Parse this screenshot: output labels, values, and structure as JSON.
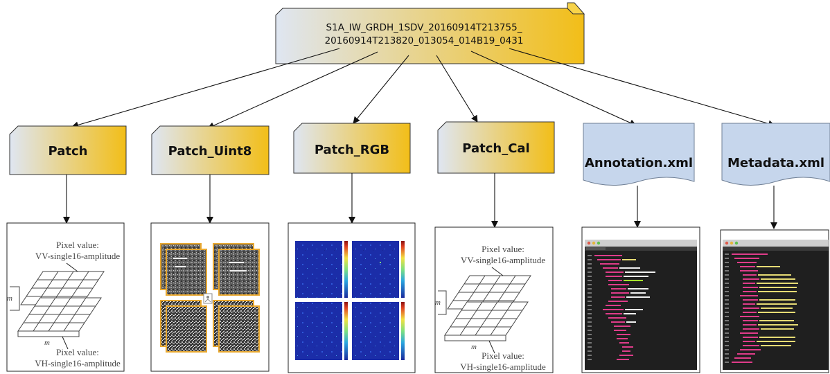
{
  "root": {
    "line1": "S1A_IW_GRDH_1SDV_20160914T213755_",
    "line2": "20160914T213820_013054_014B19_0431"
  },
  "folders": [
    {
      "id": "patch",
      "label": "Patch"
    },
    {
      "id": "patch-uint8",
      "label": "Patch_Uint8"
    },
    {
      "id": "patch-rgb",
      "label": "Patch_RGB"
    },
    {
      "id": "patch-cal",
      "label": "Patch_Cal"
    }
  ],
  "documents": [
    {
      "id": "annotation",
      "label": "Annotation.xml"
    },
    {
      "id": "metadata",
      "label": "Metadata.xml"
    }
  ],
  "patch_illustration": {
    "vv_line1": "Pixel value:",
    "vv_line2": "VV-single16-amplitude",
    "vh_line1": "Pixel value:",
    "vh_line2": "VH-single16-amplitude",
    "m_label": "m"
  },
  "patch_cal_illustration": {
    "vv_line1": "Pixel value:",
    "vv_line2": "VV-single16-amplitude",
    "vh_line1": "Pixel value:",
    "vh_line2": "VH-single16-amplitude",
    "m_label": "m"
  },
  "colors": {
    "gradient_start": "#dfe6f2",
    "gradient_end": "#f2be18",
    "doc_fill": "#c6d6ec",
    "doc_stroke": "#6f7f95",
    "heat_blue": "#1a2a9c",
    "code_bg": "#1f1f1f"
  }
}
